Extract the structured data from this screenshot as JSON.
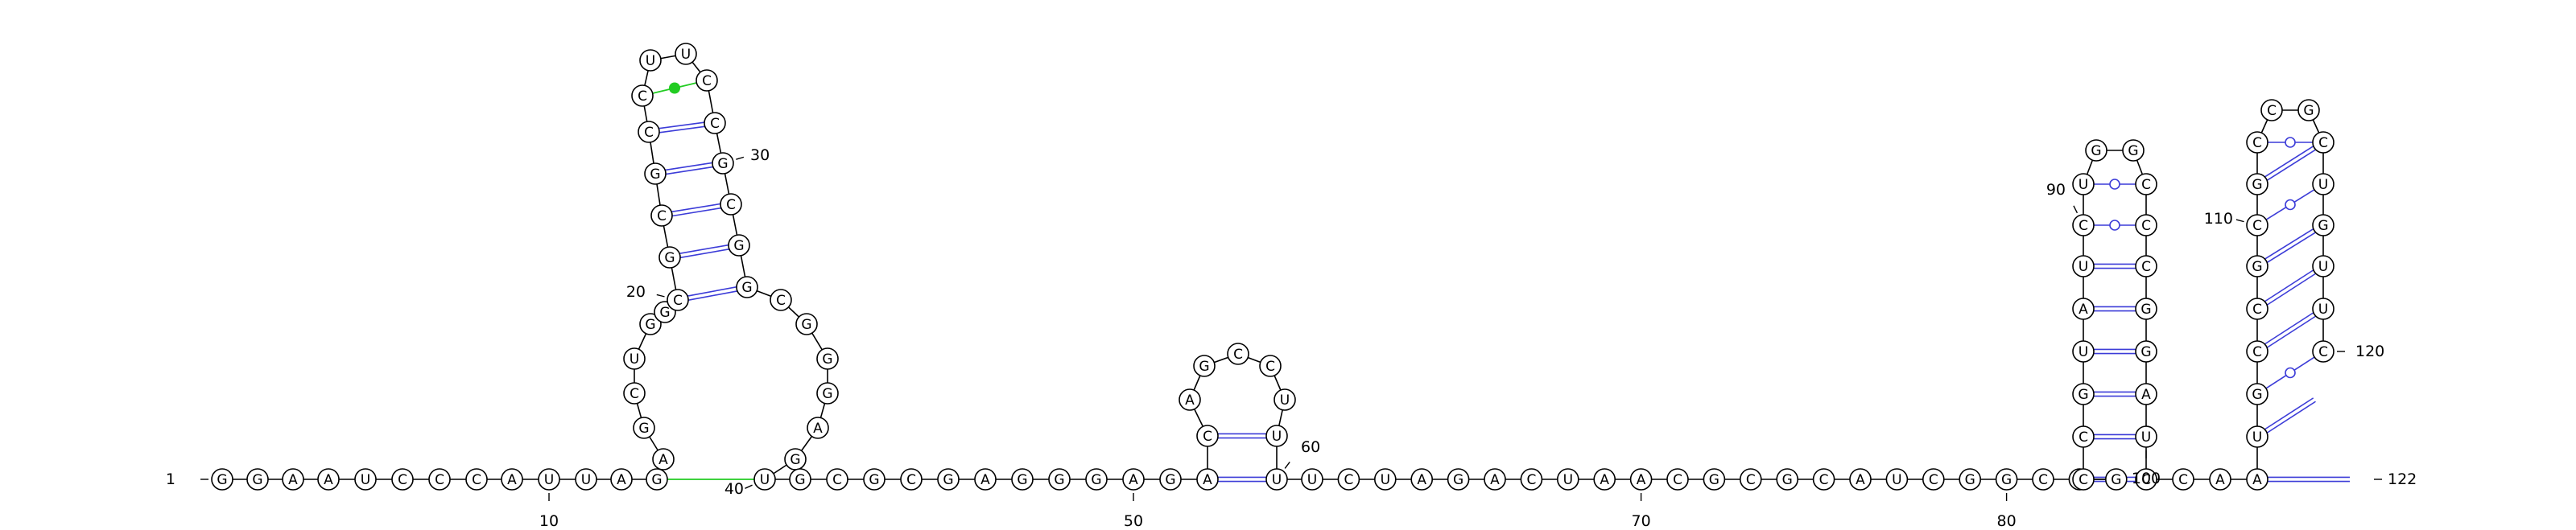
{
  "colors": {
    "watson_crick": "#3c3cd8",
    "gu_pair": "#3c3cd8",
    "noncanonical": "#22cc22",
    "backbone": "#000000"
  },
  "sequence": "GGAAUCCCAUUAGAGCUGGCGCGCCUUCCGCGGCGGGAGUGCGCGAGGGAGACAGCCUUUUCUAGACUAACGCGCAUCGGCCGCCGUAUCUGGCCCGGAUCCAAUGCCGCGCCGCUGUUC",
  "labels": [
    {
      "text": "1",
      "anchor": 1
    },
    {
      "text": "10",
      "anchor": 10
    },
    {
      "text": "20",
      "anchor": 20
    },
    {
      "text": "30",
      "anchor": 30
    },
    {
      "text": "40",
      "anchor": 40
    },
    {
      "text": "50",
      "anchor": 50
    },
    {
      "text": "60",
      "anchor": 60
    },
    {
      "text": "70",
      "anchor": 70
    },
    {
      "text": "80",
      "anchor": 80
    },
    {
      "text": "90",
      "anchor": 90
    },
    {
      "text": "100",
      "anchor": 100
    },
    {
      "text": "110",
      "anchor": 110
    },
    {
      "text": "120",
      "anchor": 120
    },
    {
      "text": "122",
      "anchor": 122
    }
  ],
  "pairs": [
    {
      "i": 13,
      "j": 40,
      "type": "noncanonical-line"
    },
    {
      "i": 20,
      "j": 35,
      "type": "watson-crick"
    },
    {
      "i": 21,
      "j": 34,
      "type": "watson-crick"
    },
    {
      "i": 22,
      "j": 33,
      "type": "watson-crick"
    },
    {
      "i": 23,
      "j": 32,
      "type": "watson-crick"
    },
    {
      "i": 24,
      "j": 31,
      "type": "watson-crick"
    },
    {
      "i": 25,
      "j": 30,
      "type": "noncanonical-dot"
    },
    {
      "i": 52,
      "j": 60,
      "type": "watson-crick"
    },
    {
      "i": 53,
      "j": 59,
      "type": "watson-crick"
    },
    {
      "i": 84,
      "j": 97,
      "type": "watson-crick"
    },
    {
      "i": 85,
      "j": 96,
      "type": "watson-crick"
    },
    {
      "i": 86,
      "j": 95,
      "type": "watson-crick"
    },
    {
      "i": 87,
      "j": 94,
      "type": "watson-crick"
    },
    {
      "i": 88,
      "j": 93,
      "type": "watson-crick"
    },
    {
      "i": 89,
      "j": 92,
      "type": "gu-wobble"
    },
    {
      "i": 101,
      "j": 121,
      "type": "watson-crick"
    },
    {
      "i": 102,
      "j": 120,
      "type": "watson-crick"
    },
    {
      "i": 103,
      "j": 119,
      "type": "gu-wobble"
    },
    {
      "i": 104,
      "j": 118,
      "type": "watson-crick"
    },
    {
      "i": 105,
      "j": 117,
      "type": "watson-crick"
    },
    {
      "i": 106,
      "j": 116,
      "type": "watson-crick"
    },
    {
      "i": 107,
      "j": 115,
      "type": "gu-wobble"
    },
    {
      "i": 108,
      "j": 114,
      "type": "watson-crick"
    },
    {
      "i": 109,
      "j": 113,
      "type": "gu-wobble"
    }
  ]
}
